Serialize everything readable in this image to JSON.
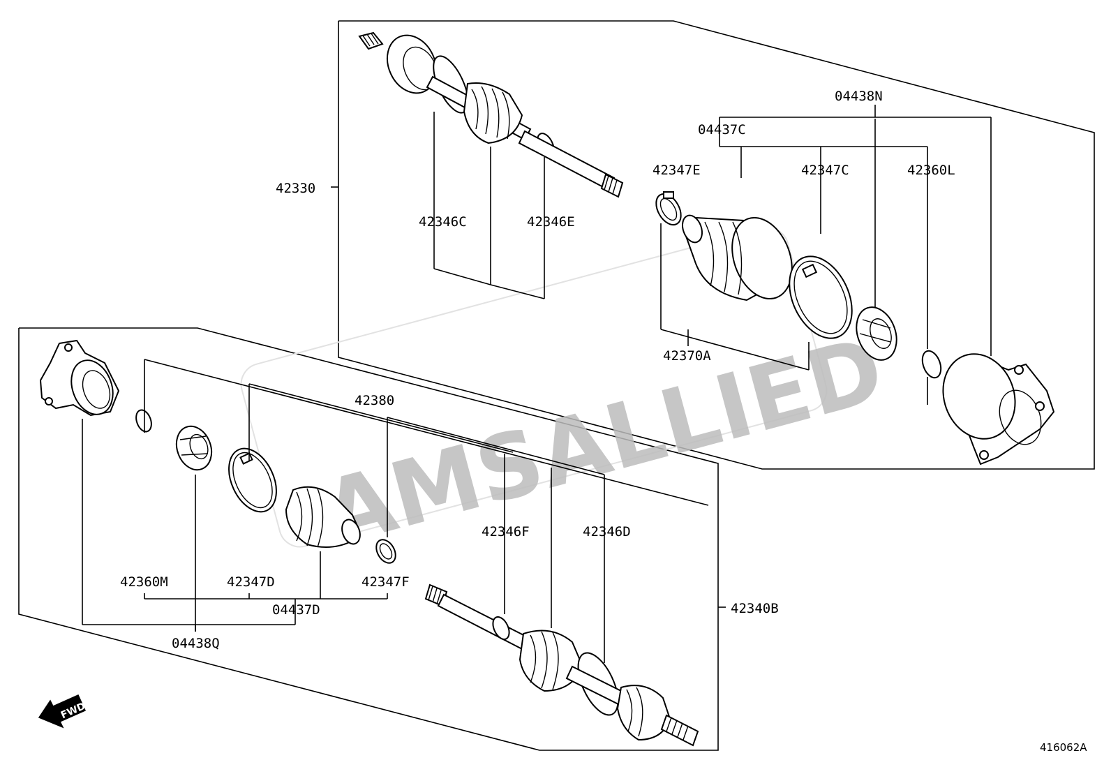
{
  "watermark": "AMSALLIED",
  "reference_code": "416062A",
  "direction_label": "FWD",
  "upper_assembly": {
    "assembly_label": "42330",
    "parts": {
      "p42346C": "42346C",
      "p42346E": "42346E",
      "p42347E": "42347E",
      "p42347C": "42347C",
      "p42360L": "42360L",
      "p42370A": "42370A",
      "p04437C": "04437C",
      "p04438N": "04438N"
    }
  },
  "lower_assembly": {
    "assembly_label": "42340B",
    "parts": {
      "p42380": "42380",
      "p42346F": "42346F",
      "p42346D": "42346D",
      "p42360M": "42360M",
      "p42347D": "42347D",
      "p42347F": "42347F",
      "p04437D": "04437D",
      "p04438Q": "04438Q"
    }
  }
}
